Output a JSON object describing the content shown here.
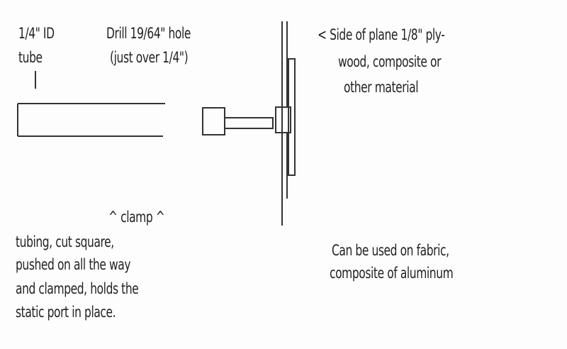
{
  "labels": {
    "tube_line1": "1/4\" ID",
    "tube_line2": "tube",
    "drill_line1": "Drill 19/64\" hole",
    "drill_line2": "(just over 1/4\")",
    "side_line1": "<   Side of plane 1/8\" ply-",
    "side_line2": "wood, composite or",
    "side_line3": "other material",
    "clamp": "^  clamp  ^",
    "tubing_line1": "tubing, cut square,",
    "tubing_line2": "pushed on all the way",
    "tubing_line3": "and clamped, holds the",
    "tubing_line4": "static port in place.",
    "usage_line1": "Can be used on fabric,",
    "usage_line2": "composite of aluminum"
  }
}
